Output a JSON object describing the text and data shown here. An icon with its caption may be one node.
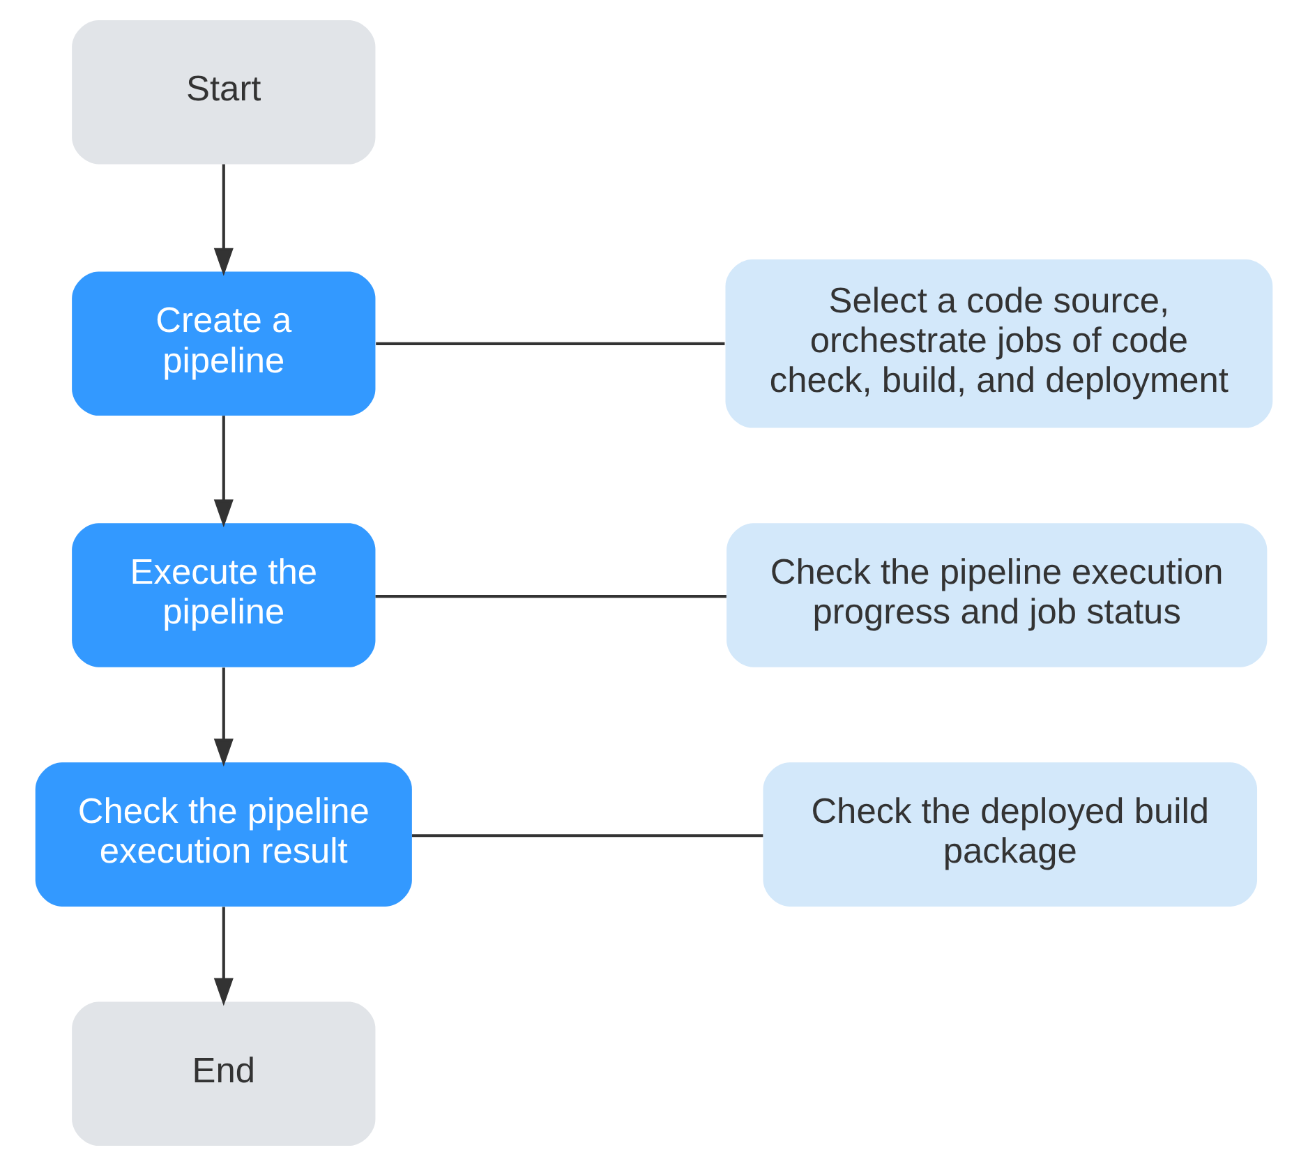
{
  "diagram": {
    "nodes": [
      {
        "text": [
          "Start"
        ]
      },
      {
        "text": [
          "Create a pipeline"
        ]
      },
      {
        "text": [
          "Select a code source, orchestrate jobs of code check, build, and deployment"
        ]
      },
      {
        "text": [
          "Execute the pipeline"
        ]
      },
      {
        "text": [
          "Check the pipeline execution progress and job status"
        ]
      },
      {
        "text": [
          "Check the pipeline execution result"
        ]
      },
      {
        "text": [
          "Check the deployed build package"
        ]
      },
      {
        "text": [
          "End"
        ]
      }
    ],
    "edges": [
      {
        "from": 0,
        "to": 1,
        "arrow": "to"
      },
      {
        "from": 1,
        "to": 2,
        "arrow": "none"
      },
      {
        "from": 1,
        "to": 3,
        "arrow": "to"
      },
      {
        "from": 3,
        "to": 4,
        "arrow": "none"
      },
      {
        "from": 3,
        "to": 5,
        "arrow": "to"
      },
      {
        "from": 5,
        "to": 6,
        "arrow": "none"
      },
      {
        "from": 5,
        "to": 7,
        "arrow": "to"
      }
    ]
  }
}
